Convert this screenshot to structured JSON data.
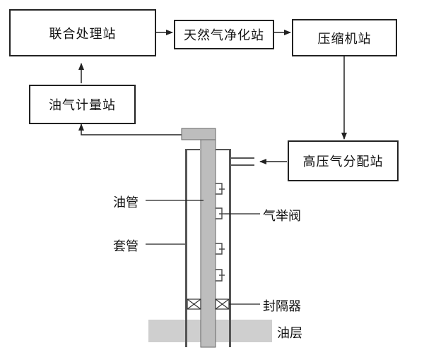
{
  "stations": {
    "united_processing": "联合处理站",
    "gas_purification": "天然气净化站",
    "compressor": "压缩机站",
    "metering": "油气计量站",
    "hp_distribution": "高压气分配站"
  },
  "well_labels": {
    "tubing": "油管",
    "casing": "套管",
    "gas_lift_valve": "气举阀",
    "packer": "封隔器",
    "oil_layer": "油层"
  }
}
